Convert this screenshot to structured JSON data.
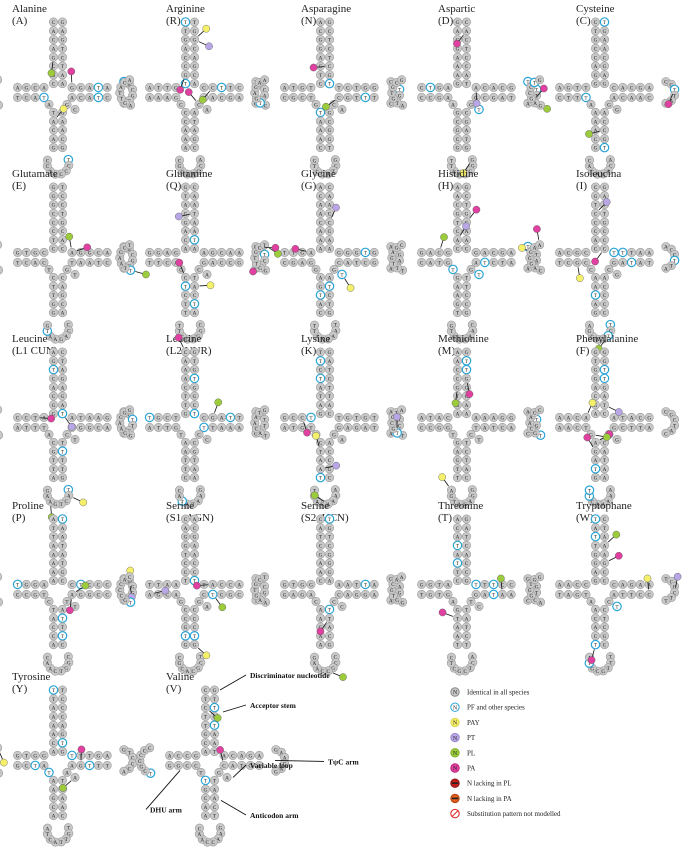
{
  "panels": [
    {
      "name": "Alanine",
      "code": "(A)"
    },
    {
      "name": "Arginine",
      "code": "(R)"
    },
    {
      "name": "Asparagine",
      "code": "(N)"
    },
    {
      "name": "Aspartic",
      "code": "(D)"
    },
    {
      "name": "Cysteine",
      "code": "(C)"
    },
    {
      "name": "Glutamate",
      "code": "(E)"
    },
    {
      "name": "Glutamine",
      "code": "(Q)"
    },
    {
      "name": "Glycine",
      "code": "(G)"
    },
    {
      "name": "Histidine",
      "code": "(H)"
    },
    {
      "name": "Isoleucina",
      "code": "(I)"
    },
    {
      "name": "Leucine",
      "code": "(L1 CUN)"
    },
    {
      "name": "Leucine",
      "code": "(L2 UUR)"
    },
    {
      "name": "Lysine",
      "code": "(K)"
    },
    {
      "name": "Methionine",
      "code": "(M)"
    },
    {
      "name": "Phenylalanine",
      "code": "(F)"
    },
    {
      "name": "Proline",
      "code": "(P)"
    },
    {
      "name": "Serine",
      "code": "(S1, AGN)"
    },
    {
      "name": "Serine",
      "code": "(S2, UCN)"
    },
    {
      "name": "Threonine",
      "code": "(T)"
    },
    {
      "name": "Tryptophane",
      "code": "(W)"
    },
    {
      "name": "Tyrosine",
      "code": "(Y)"
    },
    {
      "name": "Valine",
      "code": "(V)"
    }
  ],
  "annotations": [
    "Discriminator nucleotide",
    "Acceptor stem",
    "TψC arm",
    "Variable loop",
    "DHU arm",
    "Anticodon arm"
  ],
  "legend": [
    {
      "symbol": "N",
      "label": "Identical in all species",
      "fill": "#c8c8c8",
      "stroke": "#888888"
    },
    {
      "symbol": "N",
      "label": "PF and other species",
      "fill": "#ffffff",
      "stroke": "#29a3d6"
    },
    {
      "symbol": "N",
      "label": "PAY",
      "fill": "#f5f06a",
      "stroke": "#d9d24a"
    },
    {
      "symbol": "N",
      "label": "PT",
      "fill": "#b8a6e6",
      "stroke": "#9a88cc"
    },
    {
      "symbol": "N",
      "label": "PL",
      "fill": "#9ccc3c",
      "stroke": "#7fae22"
    },
    {
      "symbol": "N",
      "label": "PA",
      "fill": "#e040a0",
      "stroke": "#c02080"
    },
    {
      "symbol": "",
      "label": "N lacking in PL",
      "fill": "#c0201c",
      "stroke": "#901010"
    },
    {
      "symbol": "",
      "label": "N lacking in PA",
      "fill": "#e0601c",
      "stroke": "#b04010"
    },
    {
      "symbol": "",
      "label": "Substitution pattern not modelled",
      "fill": "#ffffff",
      "stroke": "#e02020"
    }
  ],
  "colors": {
    "identical": "#c8c8c8",
    "pf": "#29a3d6",
    "pay": "#f5f06a",
    "pt": "#b8a6e6",
    "pl": "#9ccc3c",
    "pa": "#e040a0",
    "lackPL": "#c0201c",
    "lackPA": "#e0601c",
    "unmodelled": "#e02020"
  }
}
